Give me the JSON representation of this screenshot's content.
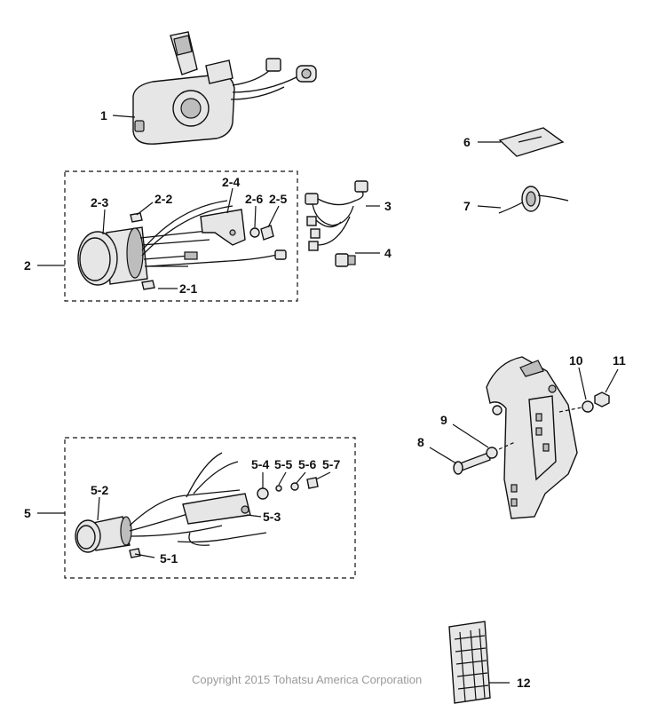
{
  "callouts": {
    "c1": "1",
    "c2": "2",
    "c2_1": "2-1",
    "c2_2": "2-2",
    "c2_3": "2-3",
    "c2_4": "2-4",
    "c2_5": "2-5",
    "c2_6": "2-6",
    "c3": "3",
    "c4": "4",
    "c5": "5",
    "c5_1": "5-1",
    "c5_2": "5-2",
    "c5_3": "5-3",
    "c5_4": "5-4",
    "c5_5": "5-5",
    "c5_6": "5-6",
    "c5_7": "5-7",
    "c6": "6",
    "c7": "7",
    "c8": "8",
    "c9": "9",
    "c10": "10",
    "c11": "11",
    "c12": "12"
  },
  "copyright": "Copyright 2015 Tohatsu America Corporation"
}
